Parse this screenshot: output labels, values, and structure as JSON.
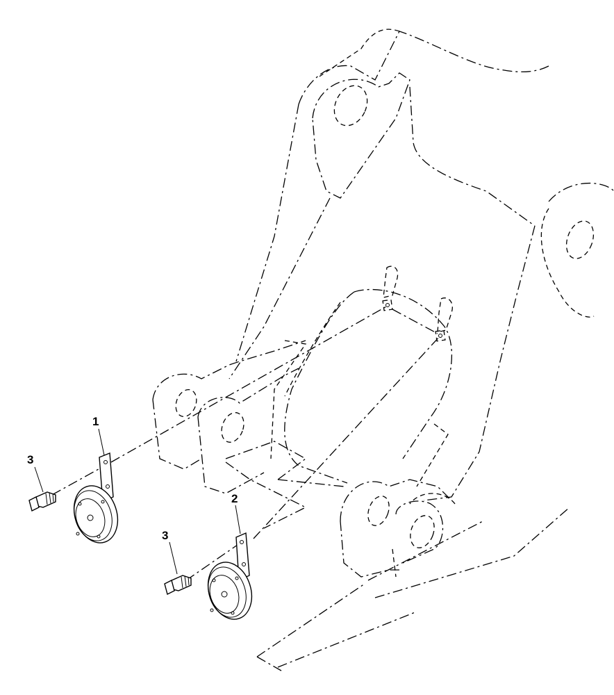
{
  "callouts": [
    {
      "id": "horn-1",
      "label": "1"
    },
    {
      "id": "horn-2",
      "label": "2"
    },
    {
      "id": "bolt-a",
      "label": "3"
    },
    {
      "id": "bolt-b",
      "label": "3"
    }
  ]
}
